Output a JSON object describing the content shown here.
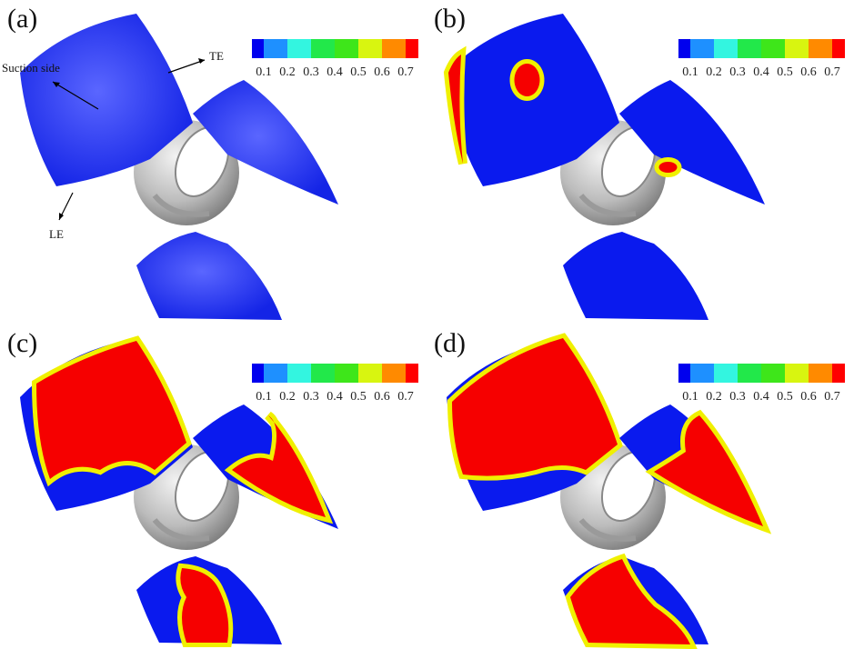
{
  "panels": [
    {
      "label": "(a)",
      "state": "fully wetted"
    },
    {
      "label": "(b)",
      "state": "small cavities"
    },
    {
      "label": "(c)",
      "state": "partial cavitation"
    },
    {
      "label": "(d)",
      "state": "extensive cavitation"
    }
  ],
  "annotations": {
    "suction_side": "Suction side",
    "te": "TE",
    "le": "LE"
  },
  "colorbar": {
    "ticks": [
      "0.1",
      "0.2",
      "0.3",
      "0.4",
      "0.5",
      "0.6",
      "0.7"
    ],
    "colors": [
      "#0000ee",
      "#1e90ff",
      "#33f5e0",
      "#22e84a",
      "#3ee61a",
      "#d8f510",
      "#ff8a00",
      "#ff0000"
    ]
  },
  "colors": {
    "blade": "#0a1aee",
    "cavity": "#f60000",
    "hub": "#b8b8b8"
  }
}
